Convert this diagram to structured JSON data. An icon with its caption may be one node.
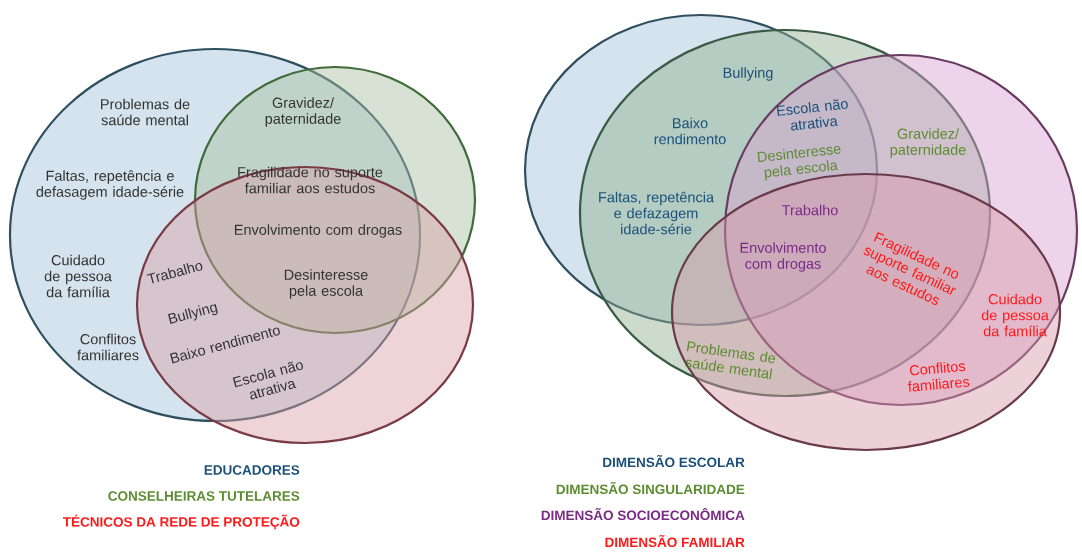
{
  "diagram": {
    "nodes": [
      {
        "text": [],
        "shape": "ellipse"
      },
      {
        "text": [],
        "shape": "ellipse"
      },
      {
        "text": [],
        "shape": "ellipse"
      },
      {
        "text": [],
        "shape": "ellipse"
      },
      {
        "text": [],
        "shape": "ellipse"
      },
      {
        "text": [],
        "shape": "ellipse"
      },
      {
        "text": [],
        "shape": "ellipse"
      }
    ],
    "edges": [],
    "labels": [
      "Problemas de saúde mental",
      "Gravidez/ paternidade",
      "Faltas, repetência e defasagem idade-série",
      "Fragilidade no suporte familiar aos estudos",
      "Envolvimento com drogas",
      "Cuidado de pessoa da família",
      "Trabalho",
      "Desinteresse pela escola",
      "Bullying",
      "Conflitos familiares",
      "Baixo rendimento",
      "Escola não atrativa",
      "Bullying",
      "Baixo rendimento",
      "Escola não atrativa",
      "Gravidez/ paternidade",
      "Desinteresse pela escola",
      "Faltas, repetência e defazagem idade-série",
      "Trabalho",
      "Envolvimento com drogas",
      "Fragilidade no suporte familiar aos estudos",
      "Cuidado de pessoa da família",
      "Problemas de saúde mental",
      "Conflitos familiares"
    ],
    "legend": [
      {
        "text": "EDUCADORES",
        "color": "#1b5079"
      },
      {
        "text": "CONSELHEIRAS TUTELARES",
        "color": "#5b8c2f"
      },
      {
        "text": "TÉCNICOS DA REDE DE PROTEÇÃO",
        "color": "#ff1a1a"
      },
      {
        "text": "DIMENSÃO ESCOLAR",
        "color": "#1b5079"
      },
      {
        "text": "DIMENSÃO SINGULARIDADE",
        "color": "#5b8c2f"
      },
      {
        "text": "DIMENSÃO SOCIOECONÔMICA",
        "color": "#7a2a86"
      },
      {
        "text": "DIMENSÃO FAMILIAR",
        "color": "#ff1a1a"
      }
    ]
  }
}
